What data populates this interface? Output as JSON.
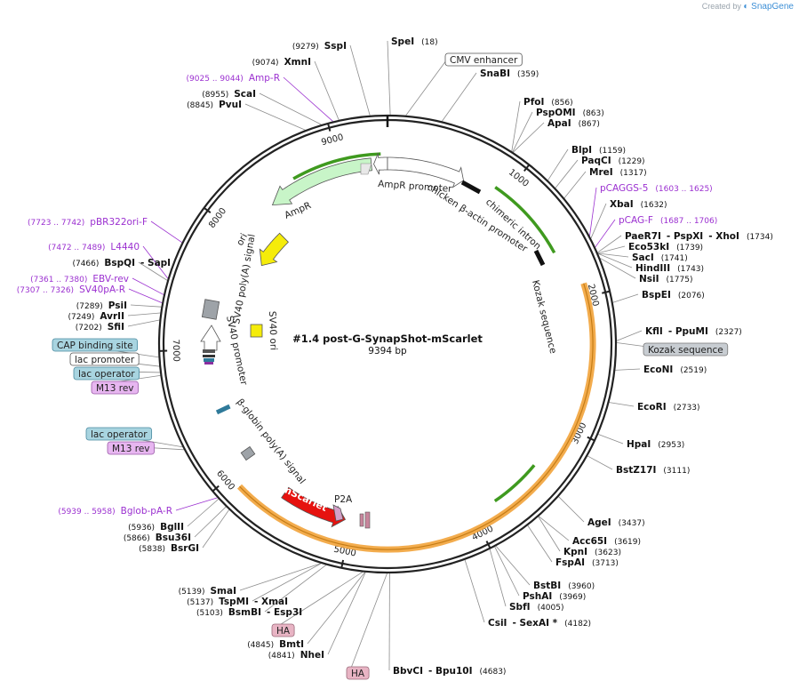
{
  "credit": {
    "prefix": "Created by",
    "brand": "SnapGene"
  },
  "plasmid": {
    "name": "#1.4 post-G-SynapShot-mScarlet",
    "length": "9394 bp",
    "total": 9394
  },
  "colors": {
    "backbone": "#222222",
    "site": "#8c8c8c",
    "primer": "#9b30d0",
    "orange": "#f2a33a",
    "green": "#3f9a1f",
    "ori": "#f5ec0a",
    "ampr": "#c8f5c8",
    "mscarlet": "#e6120f",
    "promoter": "#ffffff",
    "ha": "#e8b4c4",
    "m13": "#e7b6f0",
    "cap": "#a8d4e0"
  },
  "ticks": [
    {
      "bp": 1000,
      "label": "1000"
    },
    {
      "bp": 2000,
      "label": "2000"
    },
    {
      "bp": 3000,
      "label": "3000"
    },
    {
      "bp": 4000,
      "label": "4000"
    },
    {
      "bp": 5000,
      "label": "5000"
    },
    {
      "bp": 6000,
      "label": "6000"
    },
    {
      "bp": 7000,
      "label": "7000"
    },
    {
      "bp": 8000,
      "label": "8000"
    },
    {
      "bp": 9000,
      "label": "9000"
    }
  ],
  "labels": [
    {
      "id": "sspi",
      "kind": "site",
      "bp": 9279,
      "name": "SspI",
      "pos": "(9279)"
    },
    {
      "id": "spei",
      "kind": "site",
      "bp": 18,
      "name": "SpeI",
      "pos": "(18)"
    },
    {
      "id": "cmv",
      "kind": "box",
      "bp": 120,
      "name": "CMV enhancer",
      "box": "white"
    },
    {
      "id": "snabi",
      "kind": "site",
      "bp": 359,
      "name": "SnaBI",
      "pos": "(359)"
    },
    {
      "id": "xmni",
      "kind": "site",
      "bp": 9074,
      "name": "XmnI",
      "pos": "(9074)"
    },
    {
      "id": "ampr-primer",
      "kind": "primer",
      "bp": 9034,
      "name": "Amp-R",
      "pos": "(9025 .. 9044)"
    },
    {
      "id": "scai",
      "kind": "site",
      "bp": 8955,
      "name": "ScaI",
      "pos": "(8955)"
    },
    {
      "id": "pvui",
      "kind": "site",
      "bp": 8845,
      "name": "PvuI",
      "pos": "(8845)"
    },
    {
      "id": "pfoi",
      "kind": "site",
      "bp": 856,
      "name": "PfoI",
      "pos": "(856)"
    },
    {
      "id": "pspomi",
      "kind": "site",
      "bp": 863,
      "name": "PspOMI",
      "pos": "(863)"
    },
    {
      "id": "apai",
      "kind": "site",
      "bp": 867,
      "name": "ApaI",
      "pos": "(867)"
    },
    {
      "id": "blpi",
      "kind": "site",
      "bp": 1159,
      "name": "BlpI",
      "pos": "(1159)"
    },
    {
      "id": "paqci",
      "kind": "site",
      "bp": 1229,
      "name": "PaqCI",
      "pos": "(1229)"
    },
    {
      "id": "mrei",
      "kind": "site",
      "bp": 1317,
      "name": "MreI",
      "pos": "(1317)"
    },
    {
      "id": "pcaggs",
      "kind": "primer",
      "bp": 1614,
      "name": "pCAGGS-5",
      "pos": "(1603 .. 1625)"
    },
    {
      "id": "xbai",
      "kind": "site",
      "bp": 1632,
      "name": "XbaI",
      "pos": "(1632)"
    },
    {
      "id": "pcag",
      "kind": "primer",
      "bp": 1696,
      "name": "pCAG-F",
      "pos": "(1687 .. 1706)"
    },
    {
      "id": "paer7i",
      "kind": "site",
      "bp": 1734,
      "name": "PaeR7I",
      "extra": [
        "PspXI",
        "XhoI"
      ],
      "pos": "(1734)"
    },
    {
      "id": "eco53ki",
      "kind": "site",
      "bp": 1739,
      "name": "Eco53kI",
      "pos": "(1739)"
    },
    {
      "id": "saci",
      "kind": "site",
      "bp": 1741,
      "name": "SacI",
      "pos": "(1741)"
    },
    {
      "id": "hindiii",
      "kind": "site",
      "bp": 1743,
      "name": "HindIII",
      "pos": "(1743)"
    },
    {
      "id": "nsii",
      "kind": "site",
      "bp": 1775,
      "name": "NsiI",
      "pos": "(1775)"
    },
    {
      "id": "bspei",
      "kind": "site",
      "bp": 2076,
      "name": "BspEI",
      "pos": "(2076)"
    },
    {
      "id": "kfli",
      "kind": "site",
      "bp": 2327,
      "name": "KflI",
      "extra": [
        "PpuMI"
      ],
      "pos": "(2327)"
    },
    {
      "id": "kozak-box",
      "kind": "box",
      "bp": 2340,
      "name": "Kozak sequence",
      "box": "grey"
    },
    {
      "id": "econi",
      "kind": "site",
      "bp": 2519,
      "name": "EcoNI",
      "pos": "(2519)"
    },
    {
      "id": "ecori",
      "kind": "site",
      "bp": 2733,
      "name": "EcoRI",
      "pos": "(2733)"
    },
    {
      "id": "hpai",
      "kind": "site",
      "bp": 2953,
      "name": "HpaI",
      "pos": "(2953)"
    },
    {
      "id": "bstz17i",
      "kind": "site",
      "bp": 3111,
      "name": "BstZ17I",
      "pos": "(3111)"
    },
    {
      "id": "agei",
      "kind": "site",
      "bp": 3437,
      "name": "AgeI",
      "pos": "(3437)"
    },
    {
      "id": "acc65i",
      "kind": "site",
      "bp": 3619,
      "name": "Acc65I",
      "pos": "(3619)"
    },
    {
      "id": "kpni",
      "kind": "site",
      "bp": 3623,
      "name": "KpnI",
      "pos": "(3623)"
    },
    {
      "id": "fspai",
      "kind": "site",
      "bp": 3713,
      "name": "FspAI",
      "pos": "(3713)"
    },
    {
      "id": "bstbi",
      "kind": "site",
      "bp": 3960,
      "name": "BstBI",
      "pos": "(3960)"
    },
    {
      "id": "pshai",
      "kind": "site",
      "bp": 3969,
      "name": "PshAI",
      "pos": "(3969)"
    },
    {
      "id": "sbfi",
      "kind": "site",
      "bp": 4005,
      "name": "SbfI",
      "pos": "(4005)"
    },
    {
      "id": "csii",
      "kind": "site",
      "bp": 4182,
      "name": "CsiI",
      "extra": [
        "SexAI *"
      ],
      "pos": "(4182)"
    },
    {
      "id": "bbvci",
      "kind": "site",
      "bp": 4683,
      "name": "BbvCI",
      "extra": [
        "Bpu10I"
      ],
      "pos": "(4683)"
    },
    {
      "id": "ha1",
      "kind": "box",
      "bp": 4700,
      "name": "HA",
      "box": "pink"
    },
    {
      "id": "nhei",
      "kind": "site",
      "bp": 4841,
      "name": "NheI",
      "pos": "(4841)"
    },
    {
      "id": "bmti",
      "kind": "site",
      "bp": 4845,
      "name": "BmtI",
      "pos": "(4845)"
    },
    {
      "id": "ha2",
      "kind": "box",
      "bp": 4860,
      "name": "HA",
      "box": "pink"
    },
    {
      "id": "bsmbi",
      "kind": "site",
      "bp": 5103,
      "name": "BsmBI",
      "extra": [
        "Esp3I"
      ],
      "pos": "(5103)"
    },
    {
      "id": "tspmi",
      "kind": "site",
      "bp": 5137,
      "name": "TspMI",
      "extra": [
        "XmaI"
      ],
      "pos": "(5137)"
    },
    {
      "id": "smai",
      "kind": "site",
      "bp": 5139,
      "name": "SmaI",
      "pos": "(5139)"
    },
    {
      "id": "bsrgi",
      "kind": "site",
      "bp": 5838,
      "name": "BsrGI",
      "pos": "(5838)"
    },
    {
      "id": "bsu36i",
      "kind": "site",
      "bp": 5866,
      "name": "Bsu36I",
      "pos": "(5866)"
    },
    {
      "id": "bglii",
      "kind": "site",
      "bp": 5936,
      "name": "BglII",
      "pos": "(5936)"
    },
    {
      "id": "bglob",
      "kind": "primer",
      "bp": 5948,
      "name": "Bglob-pA-R",
      "pos": "(5939 .. 5958)"
    },
    {
      "id": "m13rev2",
      "kind": "box",
      "bp": 6330,
      "name": "M13 rev",
      "box": "m13"
    },
    {
      "id": "lacop2",
      "kind": "box",
      "bp": 6350,
      "name": "lac operator",
      "box": "cap"
    },
    {
      "id": "m13rev1",
      "kind": "box",
      "bp": 6840,
      "name": "M13 rev",
      "box": "m13"
    },
    {
      "id": "lacop1",
      "kind": "box",
      "bp": 6860,
      "name": "lac operator",
      "box": "cap"
    },
    {
      "id": "lacprom",
      "kind": "box",
      "bp": 6900,
      "name": "lac promoter",
      "box": "white"
    },
    {
      "id": "cap",
      "kind": "box",
      "bp": 6960,
      "name": "CAP binding site",
      "box": "cap"
    },
    {
      "id": "sfii",
      "kind": "site",
      "bp": 7202,
      "name": "SfiI",
      "pos": "(7202)"
    },
    {
      "id": "avrii",
      "kind": "site",
      "bp": 7249,
      "name": "AvrII",
      "pos": "(7249)"
    },
    {
      "id": "psii",
      "kind": "site",
      "bp": 7289,
      "name": "PsiI",
      "pos": "(7289)"
    },
    {
      "id": "sv40pa",
      "kind": "primer",
      "bp": 7316,
      "name": "SV40pA-R",
      "pos": "(7307 .. 7326)"
    },
    {
      "id": "ebvrev",
      "kind": "primer",
      "bp": 7370,
      "name": "EBV-rev",
      "pos": "(7361 .. 7380)"
    },
    {
      "id": "bspqi",
      "kind": "site",
      "bp": 7466,
      "name": "BspQI",
      "extra": [
        "SapI"
      ],
      "pos": "(7466)"
    },
    {
      "id": "l4440",
      "kind": "primer",
      "bp": 7480,
      "name": "L4440",
      "pos": "(7472 .. 7489)"
    },
    {
      "id": "pbr322",
      "kind": "primer",
      "bp": 7732,
      "name": "pBR322ori-F",
      "pos": "(7723 .. 7742)"
    }
  ],
  "features": {
    "cmv_label": "CMV enhancer",
    "ampr_promoter": "AmpR promoter",
    "chicken": "chicken β-actin promoter",
    "intron": "chimeric intron",
    "kozak": "Kozak sequence",
    "ampr": "AmpR",
    "ori": "ori",
    "sv40_polya": "SV40 poly(A) signal",
    "sv40_promoter": "SV40 promoter",
    "sv40_ori": "SV40 ori",
    "bglobin": "β-globin poly(A) signal",
    "mscarlet": "mScarlet",
    "p2a": "P2A"
  }
}
